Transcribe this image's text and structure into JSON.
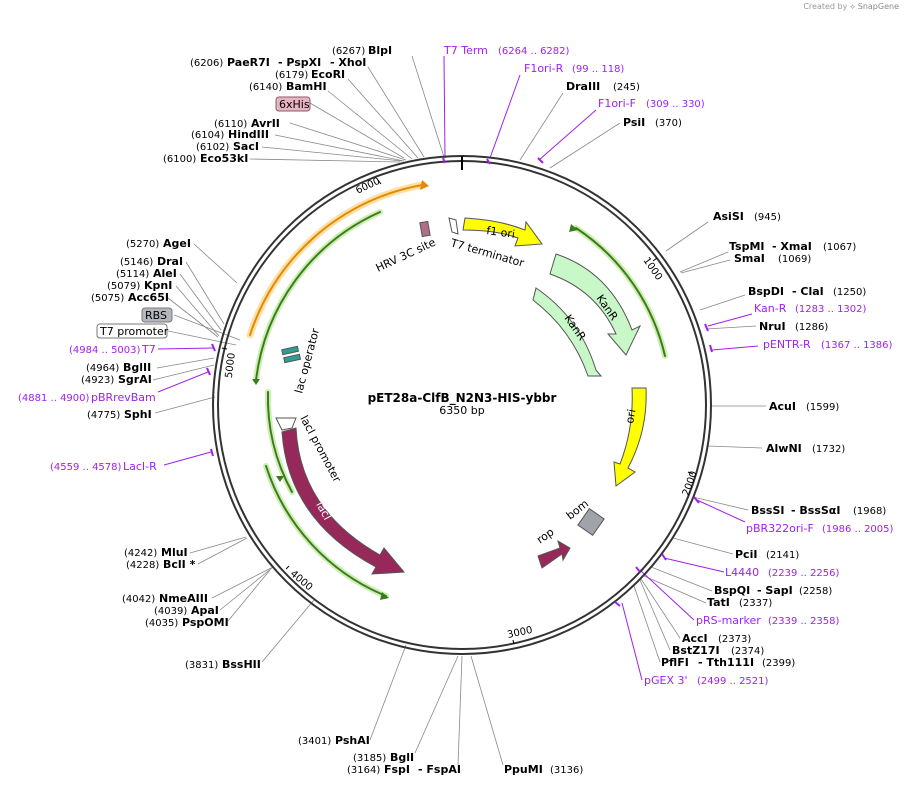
{
  "credit": {
    "prefix": "Created by",
    "brand": "SnapGene"
  },
  "plasmid": {
    "name": "pET28a-ClfB_N2N3-HIS-ybbr",
    "size": "6350 bp"
  },
  "ticks": [
    "1000",
    "2000",
    "3000",
    "4000",
    "5000",
    "6000"
  ],
  "features": {
    "f1_ori": "f1 ori",
    "kanr_outer": "KanR",
    "kanr_inner": "KanR",
    "ori": "ori",
    "bom": "bom",
    "rop": "rop",
    "laci": "lacI",
    "laci_promoter": "lacI promoter",
    "lac_operator": "lac operator",
    "hrv": "HRV 3C site",
    "t7_terminator": "T7 terminator"
  },
  "boxed": {
    "his": "6xHis",
    "rbs": "RBS",
    "t7_promoter": "T7 promoter"
  },
  "sites": {
    "blpi": {
      "name": "BlpI",
      "pos": "(6267)"
    },
    "paer7i": {
      "name": "PaeR7I",
      "name2": "- PspXI",
      "name3": "- XhoI",
      "pos": "(6206)"
    },
    "ecori": {
      "name": "EcoRI",
      "pos": "(6179)"
    },
    "bamhi": {
      "name": "BamHI",
      "pos": "(6140)"
    },
    "avrii": {
      "name": "AvrII",
      "pos": "(6110)"
    },
    "hindiii": {
      "name": "HindIII",
      "pos": "(6104)"
    },
    "saci": {
      "name": "SacI",
      "pos": "(6102)"
    },
    "eco53ki": {
      "name": "Eco53kI",
      "pos": "(6100)"
    },
    "drai_top": {
      "name": "DraIII",
      "pos": "(245)"
    },
    "psii": {
      "name": "PsiI",
      "pos": "(370)"
    },
    "asisi": {
      "name": "AsiSI",
      "pos": "(945)"
    },
    "tspmi": {
      "name": "TspMI",
      "name2": "- XmaI",
      "pos": "(1067)"
    },
    "smai": {
      "name": "SmaI",
      "pos": "(1069)"
    },
    "bspdi": {
      "name": "BspDI",
      "name2": "- ClaI",
      "pos": "(1250)"
    },
    "nrui": {
      "name": "NruI",
      "pos": "(1286)"
    },
    "acui": {
      "name": "AcuI",
      "pos": "(1599)"
    },
    "alwni": {
      "name": "AlwNI",
      "pos": "(1732)"
    },
    "bsssi": {
      "name": "BssSI",
      "name2": "- BssSαI",
      "pos": "(1968)"
    },
    "pcii": {
      "name": "PciI",
      "pos": "(2141)"
    },
    "bspqi": {
      "name": "BspQI",
      "name2": "- SapI",
      "pos": "(2258)"
    },
    "tati": {
      "name": "TatI",
      "pos": "(2337)"
    },
    "acci": {
      "name": "AccI",
      "pos": "(2373)"
    },
    "bstz17i": {
      "name": "BstZ17I",
      "pos": "(2374)"
    },
    "pflfi": {
      "name": "PflFI",
      "name2": "- Tth111I",
      "pos": "(2399)"
    },
    "ppumi": {
      "name": "PpuMI",
      "pos": "(3136)"
    },
    "bgli": {
      "name": "BglI",
      "pos": "(3185)"
    },
    "fspi": {
      "name": "FspI",
      "name2": "- FspAI",
      "pos": "(3164)"
    },
    "pshai": {
      "name": "PshAI",
      "pos": "(3401)"
    },
    "bsshii": {
      "name": "BssHII",
      "pos": "(3831)"
    },
    "nmeaiii": {
      "name": "NmeAIII",
      "pos": "(4042)"
    },
    "apai": {
      "name": "ApaI",
      "pos": "(4039)"
    },
    "pspomi": {
      "name": "PspOMI",
      "pos": "(4035)"
    },
    "mlui": {
      "name": "MluI",
      "pos": "(4242)"
    },
    "bcli": {
      "name": "BclI *",
      "pos": "(4228)"
    },
    "sphi": {
      "name": "SphI",
      "pos": "(4775)"
    },
    "sgrai": {
      "name": "SgrAI",
      "pos": "(4923)"
    },
    "bglii": {
      "name": "BglII",
      "pos": "(4964)"
    },
    "acc65i": {
      "name": "Acc65I",
      "pos": "(5075)"
    },
    "kpni": {
      "name": "KpnI",
      "pos": "(5079)"
    },
    "alei": {
      "name": "AleI",
      "pos": "(5114)"
    },
    "drai": {
      "name": "DraI",
      "pos": "(5146)"
    },
    "agei": {
      "name": "AgeI",
      "pos": "(5270)"
    }
  },
  "primers": {
    "t7term": {
      "name": "T7 Term",
      "pos": "(6264 .. 6282)"
    },
    "f1orir": {
      "name": "F1ori-R",
      "pos": "(99 .. 118)"
    },
    "f1orif": {
      "name": "F1ori-F",
      "pos": "(309 .. 330)"
    },
    "kanr": {
      "name": "Kan-R",
      "pos": "(1283 .. 1302)"
    },
    "pentrr": {
      "name": "pENTR-R",
      "pos": "(1367 .. 1386)"
    },
    "pbr322": {
      "name": "pBR322ori-F",
      "pos": "(1986 .. 2005)"
    },
    "l4440": {
      "name": "L4440",
      "pos": "(2239 .. 2256)"
    },
    "prs": {
      "name": "pRS-marker",
      "pos": "(2339 .. 2358)"
    },
    "pgex": {
      "name": "pGEX 3'",
      "pos": "(2499 .. 2521)"
    },
    "t7": {
      "name": "T7",
      "pos": "(4984 .. 5003)"
    },
    "pbrrev": {
      "name": "pBRrevBam",
      "pos": "(4881 .. 4900)"
    },
    "lacir": {
      "name": "LacI-R",
      "pos": "(4559 .. 4578)"
    }
  },
  "colors": {
    "orange": "#f5a623",
    "green_line": "#3b7d1e",
    "green_glow": "#cdeeb0",
    "yellow": "#ffff00",
    "kanr_fill": "#c8f7c8",
    "laci": "#96285a",
    "rop": "#96285a",
    "bom": "#a0a4aa",
    "primer": "#a020f0",
    "his_box": "#e8b4c4",
    "rbs_box": "#b4b8be"
  }
}
